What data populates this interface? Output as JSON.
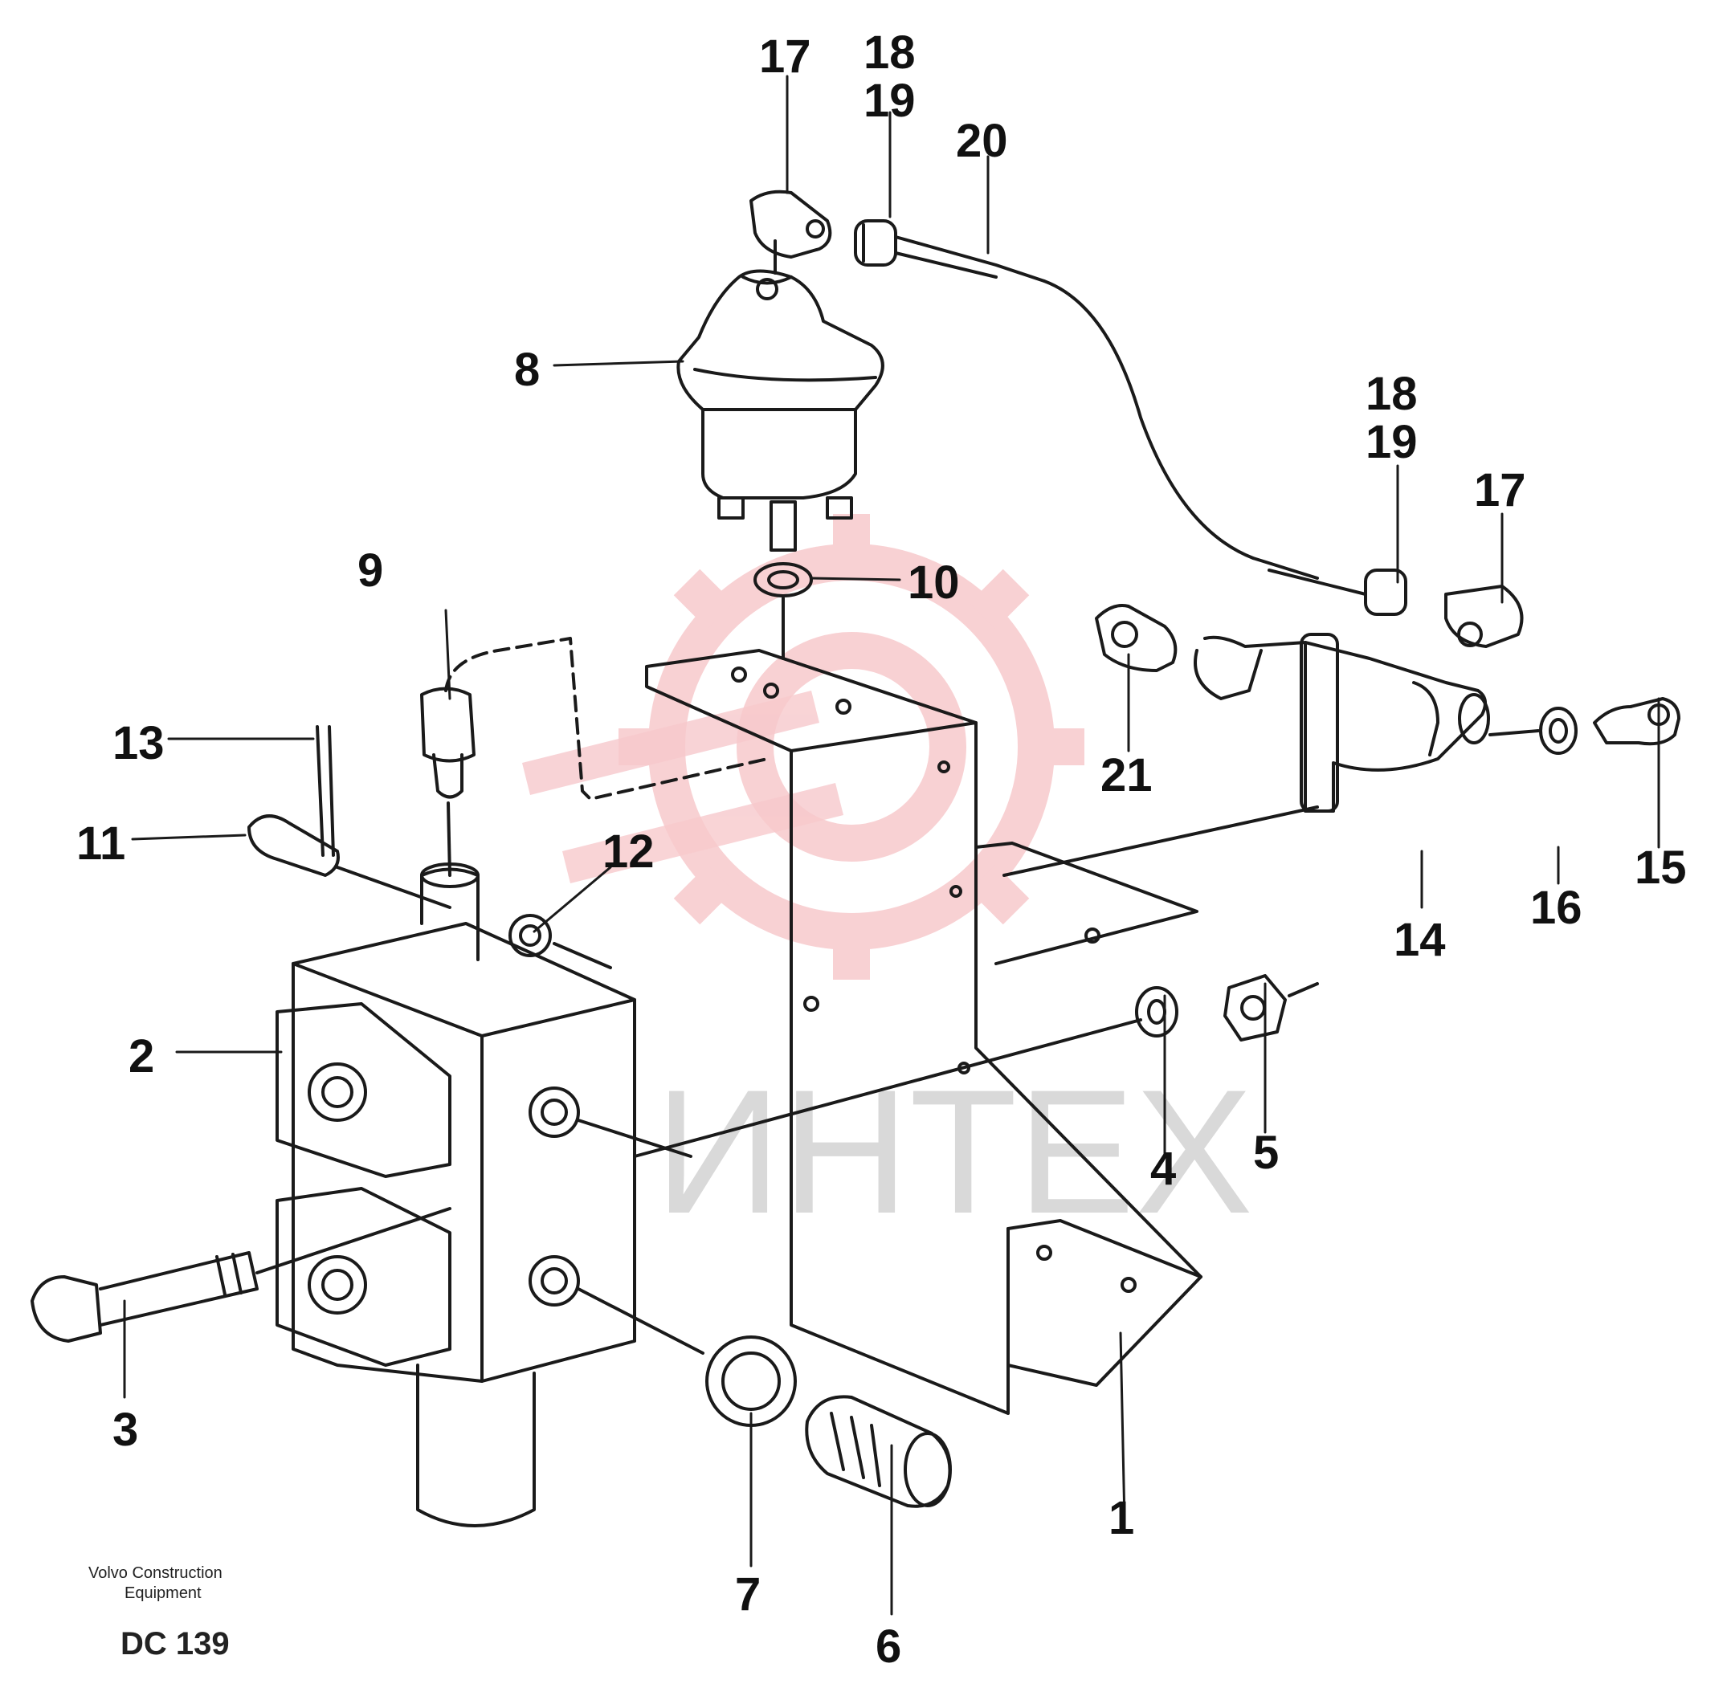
{
  "diagram": {
    "watermark": {
      "text": "ИНТЕХ",
      "logo_color": "#f7c9cc",
      "text_color": "#d9d9d9"
    },
    "part_labels": [
      {
        "id": "p17a",
        "text": "17"
      },
      {
        "id": "p18a",
        "text": "18"
      },
      {
        "id": "p19a",
        "text": "19"
      },
      {
        "id": "p20",
        "text": "20"
      },
      {
        "id": "p8",
        "text": "8"
      },
      {
        "id": "p18b",
        "text": "18"
      },
      {
        "id": "p19b",
        "text": "19"
      },
      {
        "id": "p17b",
        "text": "17"
      },
      {
        "id": "p9",
        "text": "9"
      },
      {
        "id": "p10",
        "text": "10"
      },
      {
        "id": "p21",
        "text": "21"
      },
      {
        "id": "p13",
        "text": "13"
      },
      {
        "id": "p11",
        "text": "11"
      },
      {
        "id": "p12",
        "text": "12"
      },
      {
        "id": "p14",
        "text": "14"
      },
      {
        "id": "p16",
        "text": "16"
      },
      {
        "id": "p15",
        "text": "15"
      },
      {
        "id": "p2",
        "text": "2"
      },
      {
        "id": "p4",
        "text": "4"
      },
      {
        "id": "p5",
        "text": "5"
      },
      {
        "id": "p3",
        "text": "3"
      },
      {
        "id": "p1",
        "text": "1"
      },
      {
        "id": "p7",
        "text": "7"
      },
      {
        "id": "p6",
        "text": "6"
      }
    ],
    "caption": {
      "line1": "Volvo Construction",
      "line2": "Equipment",
      "code": "DC 139"
    },
    "colors": {
      "line": "#1a1a1a",
      "background": "#ffffff"
    }
  }
}
